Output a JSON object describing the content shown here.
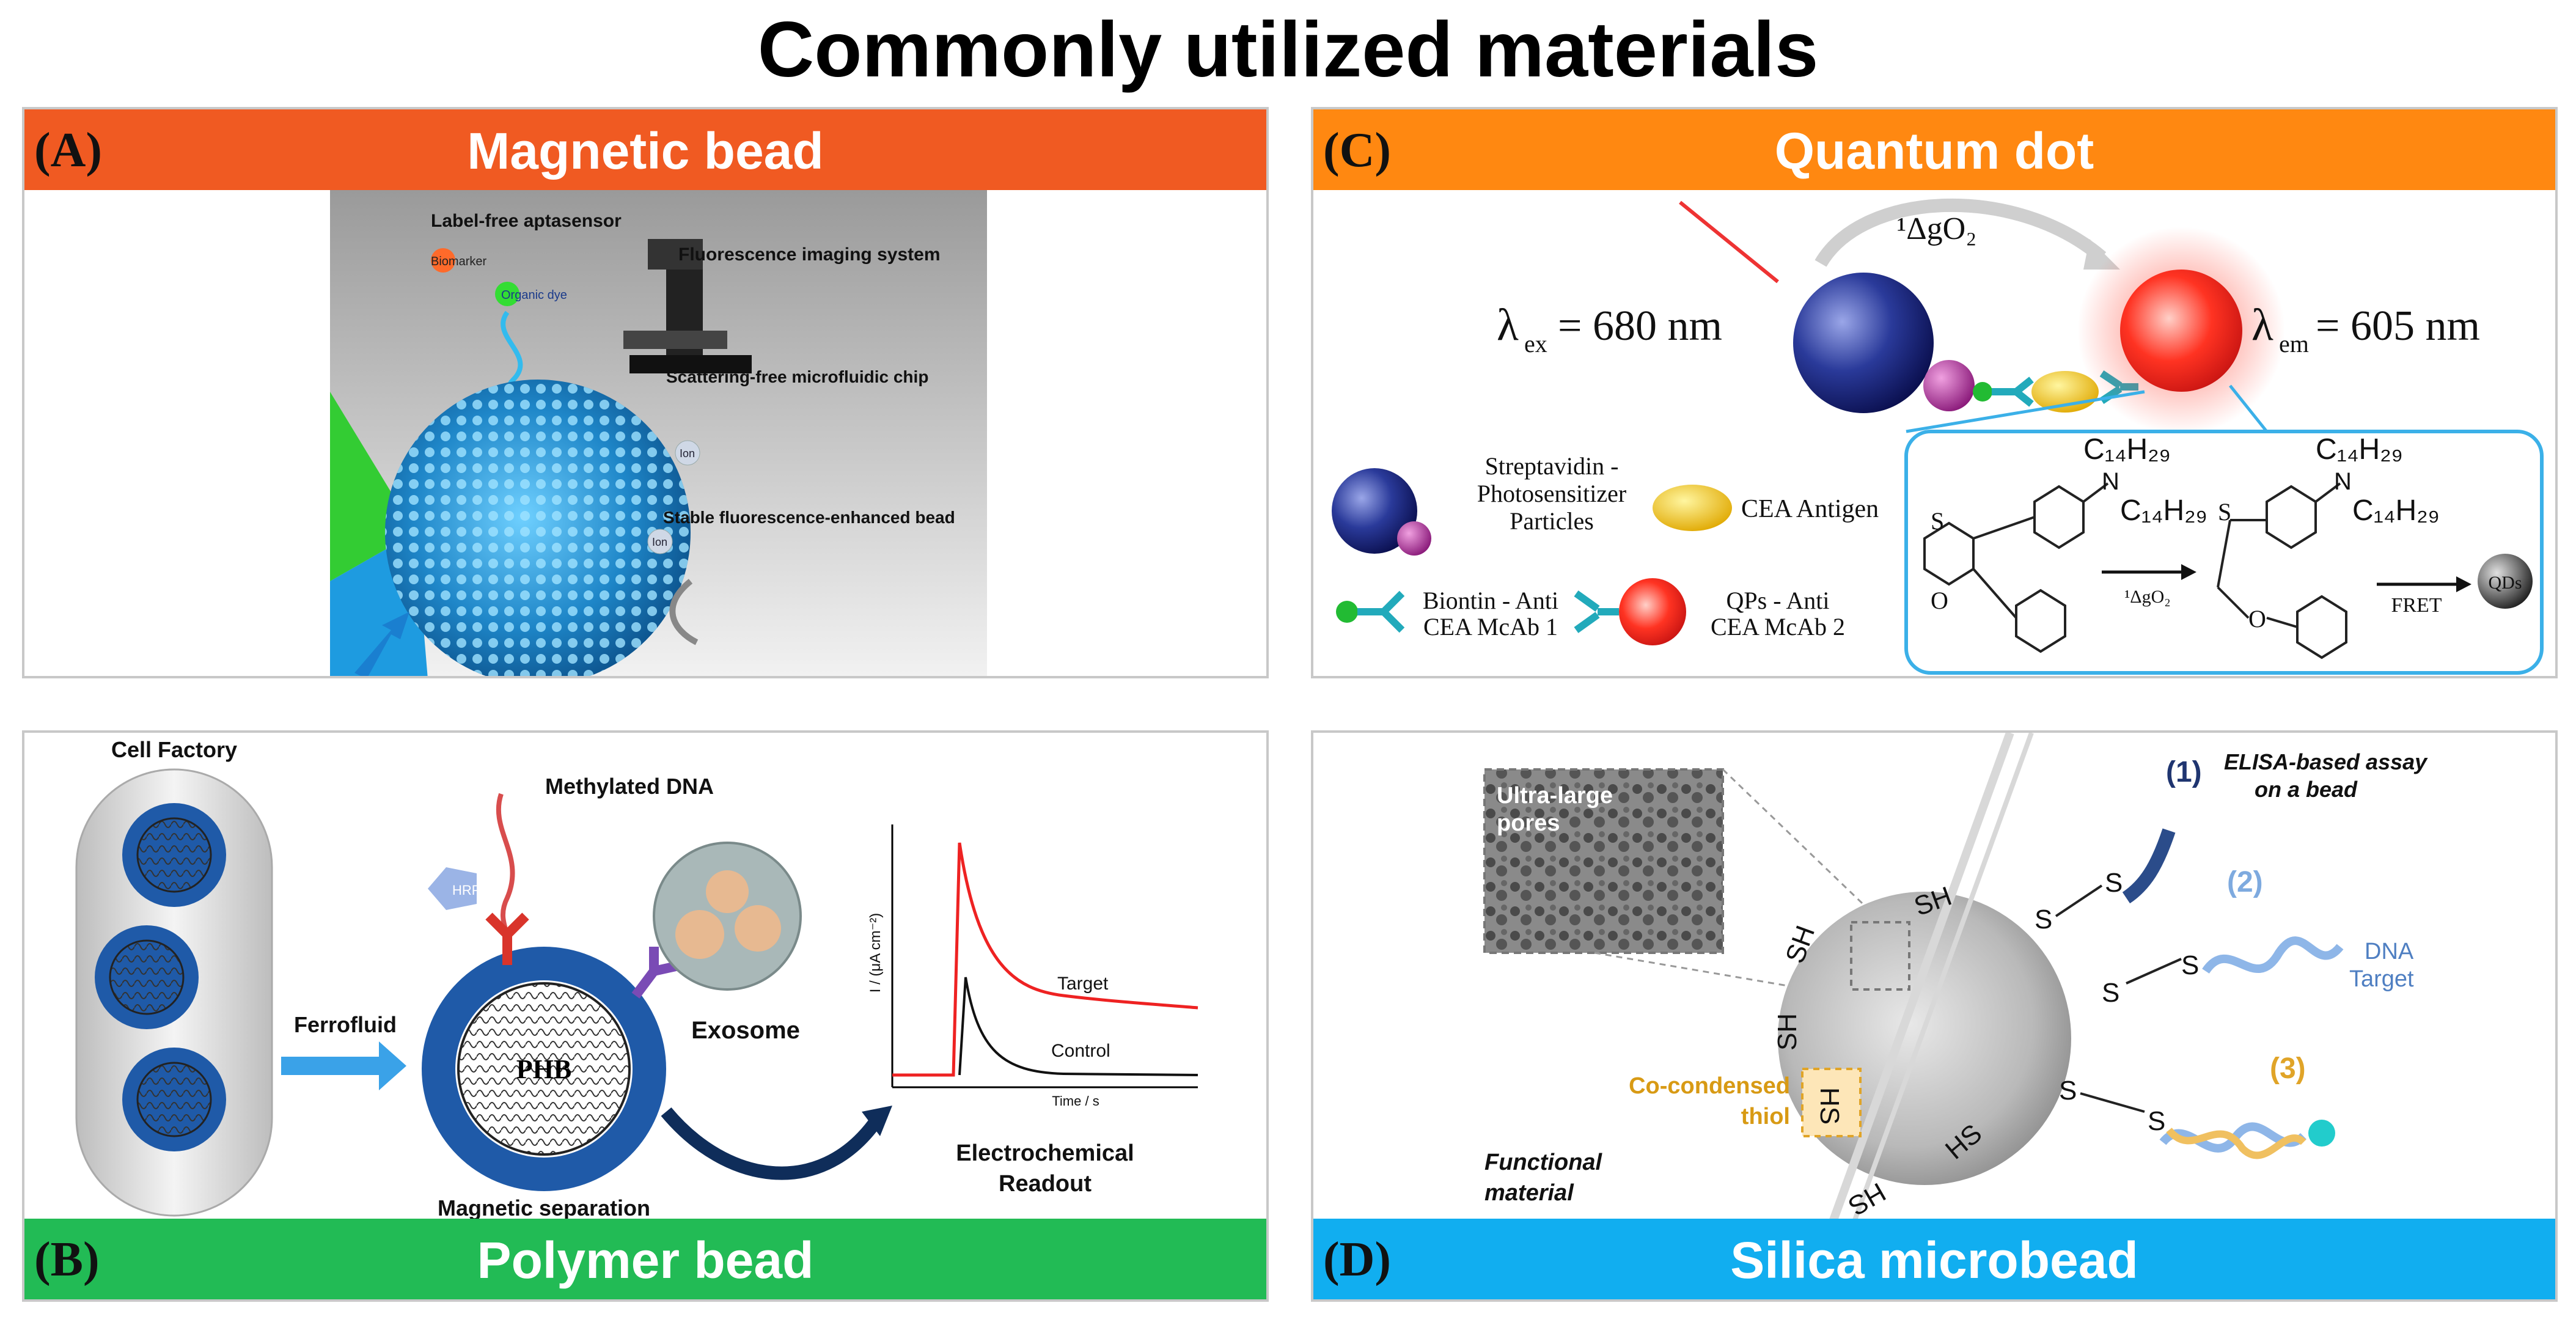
{
  "title": "Commonly utilized materials",
  "colors": {
    "panel_a": "#f05a22",
    "panel_b": "#22bb55",
    "panel_c": "#ff8811",
    "panel_d": "#11aef0"
  },
  "panel_a": {
    "letter": "(A)",
    "title": "Magnetic bead",
    "label_free": "Label-free aptasensor",
    "biomarker": "Biomarker",
    "organic_dye": "Organic dye",
    "fluor_system": "Fluorescence imaging system",
    "chip": "Scattering-free microfluidic chip",
    "ion": "Ion",
    "stable_bead": "Stable fluorescence-enhanced bead"
  },
  "panel_b": {
    "letter": "(B)",
    "title": "Polymer bead",
    "cell_factory": "Cell Factory",
    "ferrofluid": "Ferrofluid",
    "methylated_dna": "Methylated DNA",
    "hrp": "HRP",
    "phb": "PHB",
    "exosome": "Exosome",
    "magnetic_separation": "Magnetic separation",
    "y_axis": "I / (μA cm⁻²)",
    "x_axis": "Time / s",
    "target": "Target",
    "control": "Control",
    "readout_1": "Electrochemical",
    "readout_2": "Readout"
  },
  "panel_c": {
    "letter": "(C)",
    "title": "Quantum dot",
    "lambda_ex": "= 680 nm",
    "lambda_em": "= 605 nm",
    "singlet_o2": "¹ΔgO₂",
    "legend_strep": [
      "Streptavidin -",
      "Photosensitizer",
      "Particles"
    ],
    "legend_cea": "CEA Antigen",
    "legend_biotin": [
      "Biontin - Anti",
      "CEA McAb 1"
    ],
    "legend_qps": [
      "QPs - Anti",
      "CEA McAb 2"
    ],
    "chain_top": "C₁₄H₂₉",
    "chain_n": "N",
    "chain_side": "C₁₄H₂₉",
    "arrow1_label": "¹ΔgO₂",
    "arrow2_label": "FRET",
    "qds": "QDs"
  },
  "panel_d": {
    "letter": "(D)",
    "title": "Silica microbead",
    "ultra_large_1": "Ultra-large",
    "ultra_large_2": "pores",
    "step1": "(1)",
    "step1_label_1": "ELISA-based assay",
    "step1_label_2": "on a bead",
    "step2": "(2)",
    "step2_label_1": "DNA",
    "step2_label_2": "Target",
    "step3": "(3)",
    "cocondensed_1": "Co-condensed",
    "cocondensed_2": "thiol",
    "functional_1": "Functional",
    "functional_2": "material",
    "sh": "SH",
    "hs": "HS",
    "s": "S"
  }
}
